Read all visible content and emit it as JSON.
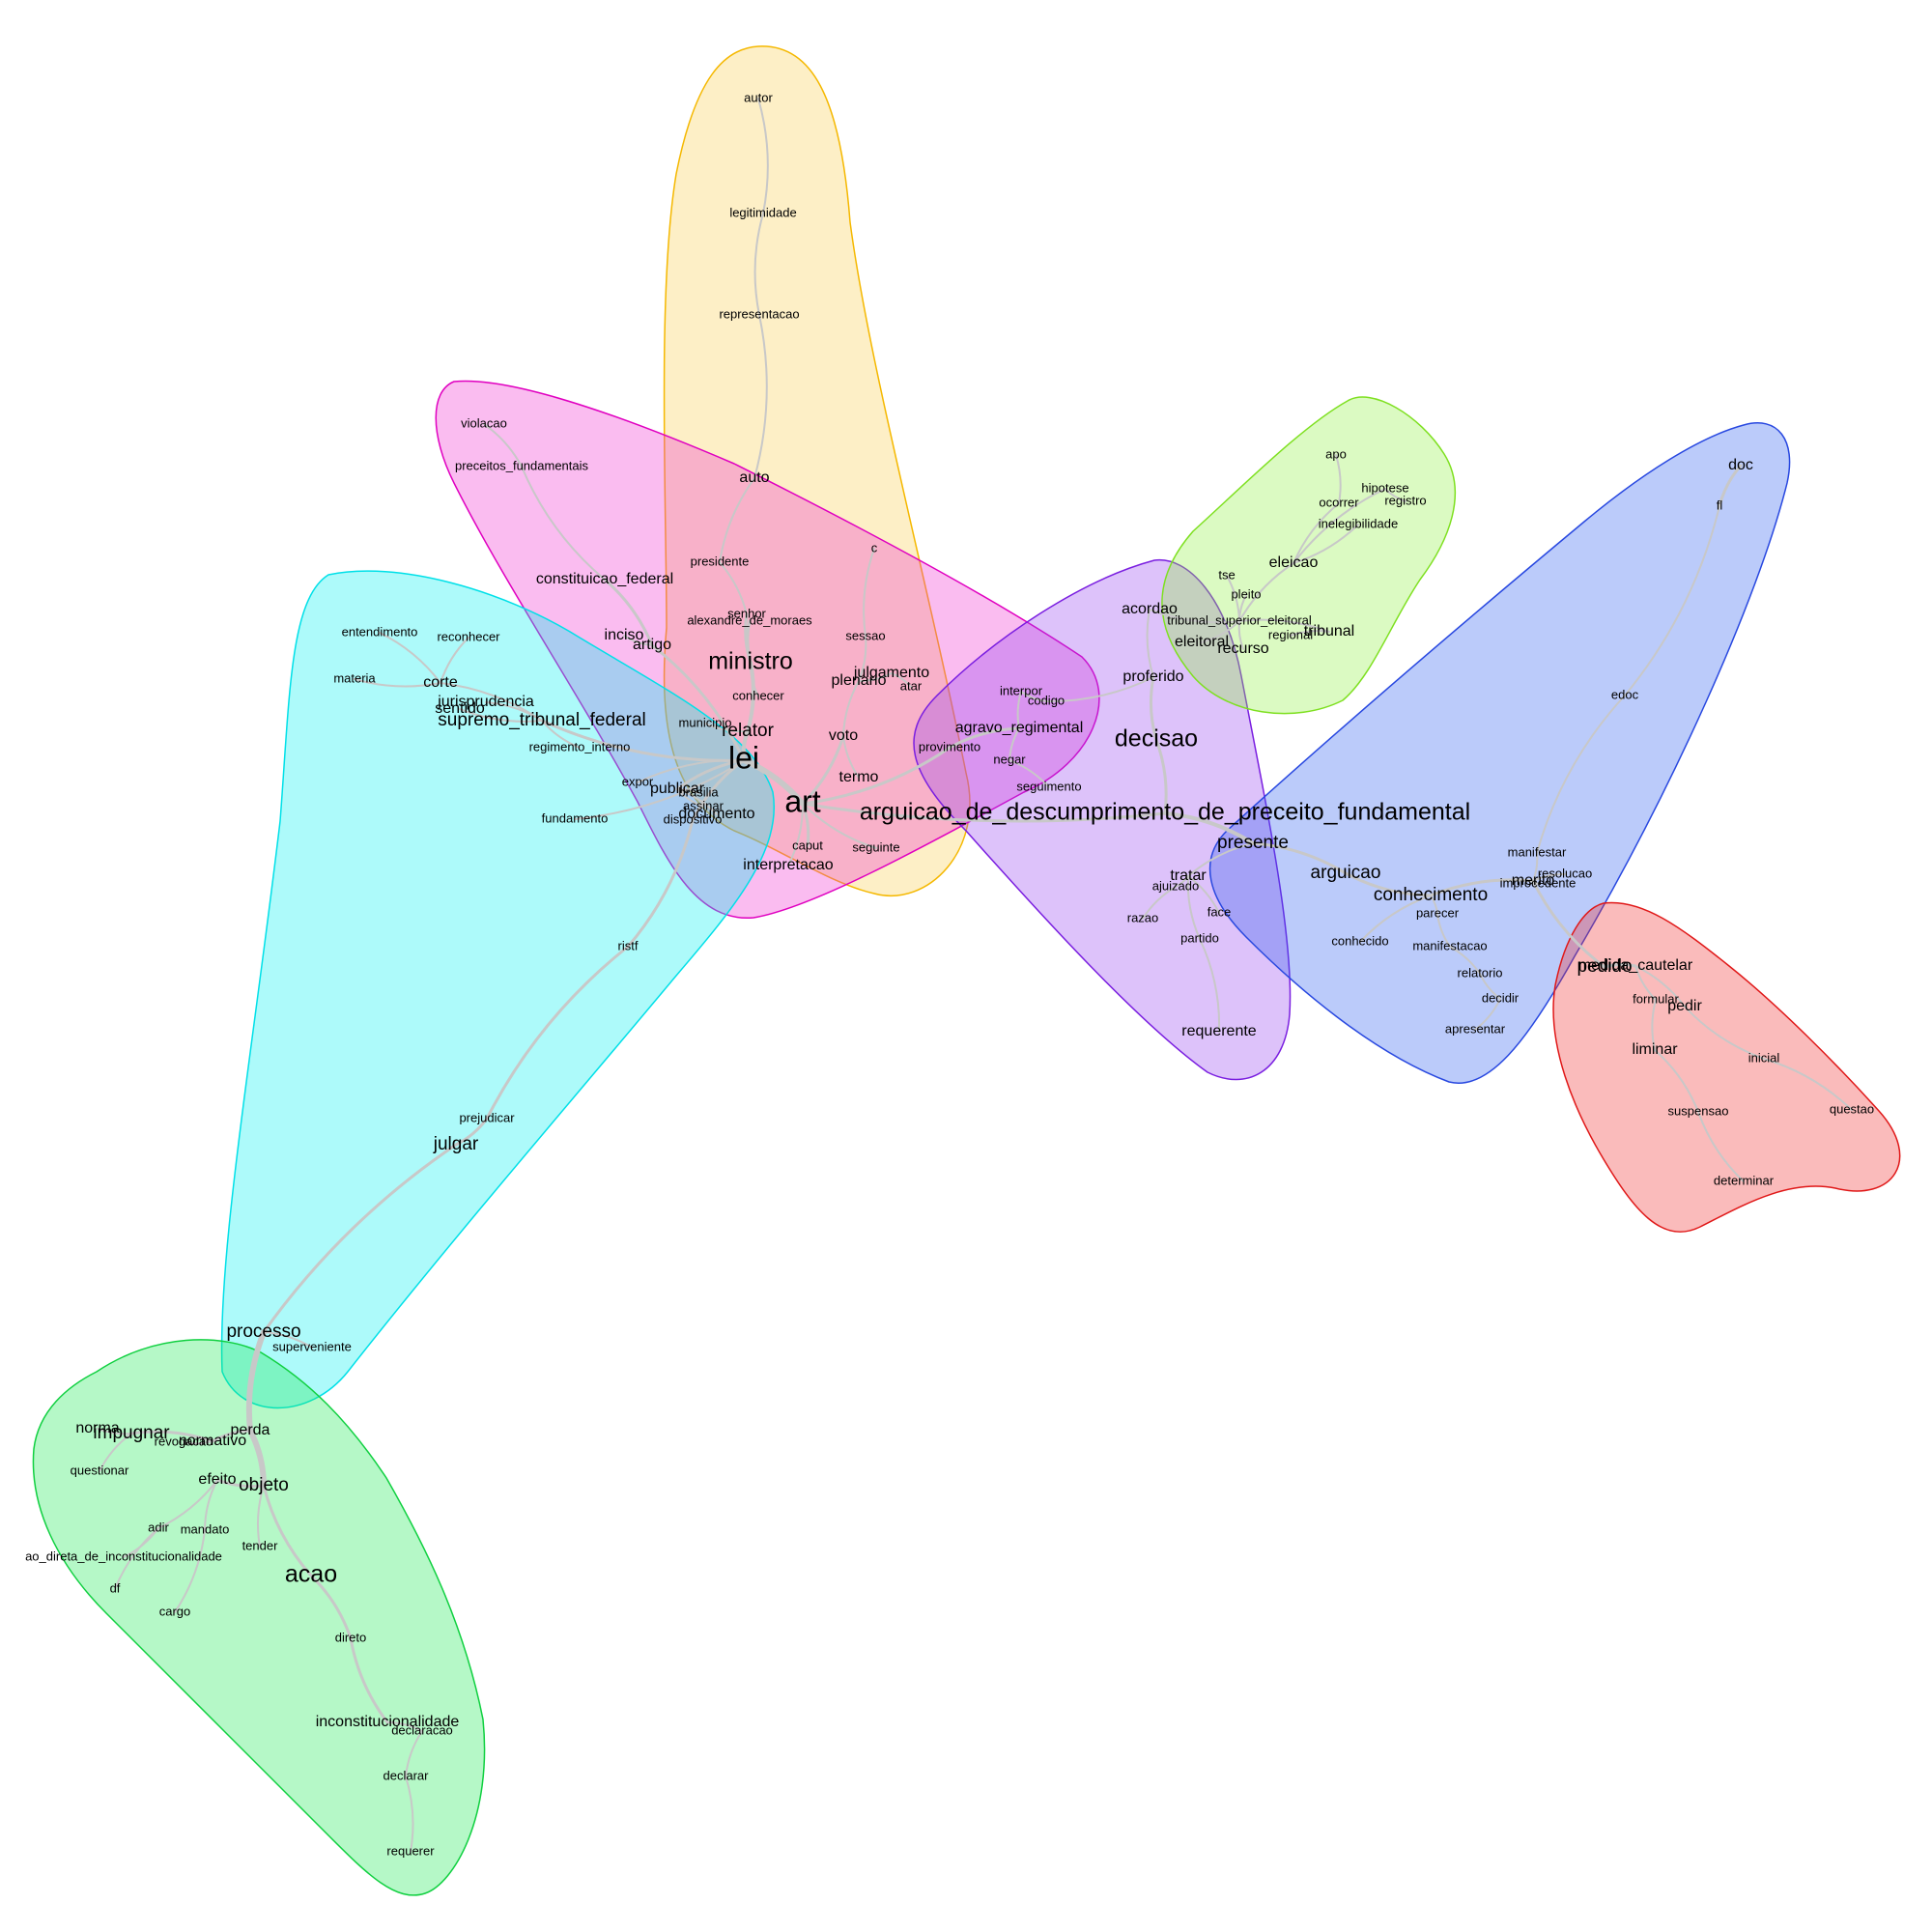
{
  "clusters": [
    {
      "id": "orange",
      "color": "#f8cc4e",
      "stroke": "#f5b800"
    },
    {
      "id": "magenta",
      "color": "#f02ed0",
      "stroke": "#e000c0"
    },
    {
      "id": "cyan",
      "color": "#00f0f0",
      "stroke": "#00e0e8"
    },
    {
      "id": "purple",
      "color": "#9440f0",
      "stroke": "#7a1ee0"
    },
    {
      "id": "lime",
      "color": "#8ef040",
      "stroke": "#7ee020"
    },
    {
      "id": "blue",
      "color": "#2a5cf0",
      "stroke": "#2848e0"
    },
    {
      "id": "red",
      "color": "#f02a2a",
      "stroke": "#e01818"
    },
    {
      "id": "green",
      "color": "#18e850",
      "stroke": "#10d040"
    }
  ],
  "words": [
    {
      "text": "autor",
      "size": "xs"
    },
    {
      "text": "legitimidade",
      "size": "xs"
    },
    {
      "text": "representacao",
      "size": "xs"
    },
    {
      "text": "auto",
      "size": "s"
    },
    {
      "text": "c",
      "size": "xs"
    },
    {
      "text": "presidente",
      "size": "xs"
    },
    {
      "text": "senhor",
      "size": "xs"
    },
    {
      "text": "alexandre_de_moraes",
      "size": "xs"
    },
    {
      "text": "sessao",
      "size": "xs"
    },
    {
      "text": "julgamento",
      "size": "s"
    },
    {
      "text": "plenario",
      "size": "s"
    },
    {
      "text": "atar",
      "size": "xs"
    },
    {
      "text": "conhecer",
      "size": "xs"
    },
    {
      "text": "municipio",
      "size": "xs"
    },
    {
      "text": "voto",
      "size": "s"
    },
    {
      "text": "termo",
      "size": "s"
    },
    {
      "text": "caput",
      "size": "xs"
    },
    {
      "text": "seguinte",
      "size": "xs"
    },
    {
      "text": "violacao",
      "size": "xs"
    },
    {
      "text": "preceitos_fundamentais",
      "size": "xs"
    },
    {
      "text": "constituicao_federal",
      "size": "s"
    },
    {
      "text": "inciso",
      "size": "s"
    },
    {
      "text": "artigo",
      "size": "s"
    },
    {
      "text": "ministro",
      "size": "l"
    },
    {
      "text": "relator",
      "size": "m"
    },
    {
      "text": "lei",
      "size": "xl"
    },
    {
      "text": "art",
      "size": "xl"
    },
    {
      "text": "publicar",
      "size": "s"
    },
    {
      "text": "brasilia",
      "size": "xs"
    },
    {
      "text": "assinar",
      "size": "xs"
    },
    {
      "text": "documento",
      "size": "s"
    },
    {
      "text": "dispositivo",
      "size": "xs"
    },
    {
      "text": "interpretacao",
      "size": "s"
    },
    {
      "text": "expor",
      "size": "xs"
    },
    {
      "text": "entendimento",
      "size": "xs"
    },
    {
      "text": "reconhecer",
      "size": "xs"
    },
    {
      "text": "materia",
      "size": "xs"
    },
    {
      "text": "corte",
      "size": "s"
    },
    {
      "text": "jurisprudencia",
      "size": "s"
    },
    {
      "text": "sentido",
      "size": "s"
    },
    {
      "text": "supremo_tribunal_federal",
      "size": "m"
    },
    {
      "text": "regimento_interno",
      "size": "xs"
    },
    {
      "text": "fundamento",
      "size": "xs"
    },
    {
      "text": "ristf",
      "size": "xs"
    },
    {
      "text": "prejudicar",
      "size": "xs"
    },
    {
      "text": "julgar",
      "size": "m"
    },
    {
      "text": "processo",
      "size": "m"
    },
    {
      "text": "superveniente",
      "size": "xs"
    },
    {
      "text": "interpor",
      "size": "xs"
    },
    {
      "text": "codigo",
      "size": "xs"
    },
    {
      "text": "agravo_regimental",
      "size": "s"
    },
    {
      "text": "provimento",
      "size": "xs"
    },
    {
      "text": "negar",
      "size": "xs"
    },
    {
      "text": "seguimento",
      "size": "xs"
    },
    {
      "text": "acordao",
      "size": "s"
    },
    {
      "text": "proferido",
      "size": "s"
    },
    {
      "text": "decisao",
      "size": "l"
    },
    {
      "text": "arguicao_de_descumprimento_de_preceito_fundamental",
      "size": "l"
    },
    {
      "text": "presente",
      "size": "m"
    },
    {
      "text": "tratar",
      "size": "s"
    },
    {
      "text": "ajuizado",
      "size": "xs"
    },
    {
      "text": "razao",
      "size": "xs"
    },
    {
      "text": "face",
      "size": "xs"
    },
    {
      "text": "partido",
      "size": "xs"
    },
    {
      "text": "requerente",
      "size": "s"
    },
    {
      "text": "apo",
      "size": "xs"
    },
    {
      "text": "hipotese",
      "size": "xs"
    },
    {
      "text": "registro",
      "size": "xs"
    },
    {
      "text": "ocorrer",
      "size": "xs"
    },
    {
      "text": "inelegibilidade",
      "size": "xs"
    },
    {
      "text": "eleicao",
      "size": "s"
    },
    {
      "text": "tse",
      "size": "xs"
    },
    {
      "text": "pleito",
      "size": "xs"
    },
    {
      "text": "tribunal_superior_eleitoral",
      "size": "xs"
    },
    {
      "text": "eleitoral",
      "size": "s"
    },
    {
      "text": "regional",
      "size": "xs"
    },
    {
      "text": "tribunal",
      "size": "s"
    },
    {
      "text": "recurso",
      "size": "s"
    },
    {
      "text": "doc",
      "size": "s"
    },
    {
      "text": "fl",
      "size": "xs"
    },
    {
      "text": "edoc",
      "size": "xs"
    },
    {
      "text": "manifestar",
      "size": "xs"
    },
    {
      "text": "resolucao",
      "size": "xs"
    },
    {
      "text": "improcedente",
      "size": "xs"
    },
    {
      "text": "merito",
      "size": "s"
    },
    {
      "text": "arguicao",
      "size": "m"
    },
    {
      "text": "conhecimento",
      "size": "m"
    },
    {
      "text": "parecer",
      "size": "xs"
    },
    {
      "text": "conhecido",
      "size": "xs"
    },
    {
      "text": "manifestacao",
      "size": "xs"
    },
    {
      "text": "relatorio",
      "size": "xs"
    },
    {
      "text": "decidir",
      "size": "xs"
    },
    {
      "text": "apresentar",
      "size": "xs"
    },
    {
      "text": "medida_cautelar",
      "size": "s"
    },
    {
      "text": "pedido",
      "size": "m"
    },
    {
      "text": "formular",
      "size": "xs"
    },
    {
      "text": "pedir",
      "size": "s"
    },
    {
      "text": "liminar",
      "size": "s"
    },
    {
      "text": "inicial",
      "size": "xs"
    },
    {
      "text": "suspensao",
      "size": "xs"
    },
    {
      "text": "questao",
      "size": "xs"
    },
    {
      "text": "determinar",
      "size": "xs"
    },
    {
      "text": "norma",
      "size": "s"
    },
    {
      "text": "impugnar",
      "size": "m"
    },
    {
      "text": "revogacao",
      "size": "xs"
    },
    {
      "text": "normativo",
      "size": "s"
    },
    {
      "text": "perda",
      "size": "s"
    },
    {
      "text": "questionar",
      "size": "xs"
    },
    {
      "text": "efeito",
      "size": "s"
    },
    {
      "text": "objeto",
      "size": "m"
    },
    {
      "text": "adir",
      "size": "xs"
    },
    {
      "text": "mandato",
      "size": "xs"
    },
    {
      "text": "ao_direta_de_inconstitucionalidade",
      "size": "xs"
    },
    {
      "text": "tender",
      "size": "xs"
    },
    {
      "text": "df",
      "size": "xs"
    },
    {
      "text": "cargo",
      "size": "xs"
    },
    {
      "text": "acao",
      "size": "l"
    },
    {
      "text": "direto",
      "size": "xs"
    },
    {
      "text": "inconstitucionalidade",
      "size": "s"
    },
    {
      "text": "declaracao",
      "size": "xs"
    },
    {
      "text": "declarar",
      "size": "xs"
    },
    {
      "text": "requerer",
      "size": "xs"
    }
  ]
}
